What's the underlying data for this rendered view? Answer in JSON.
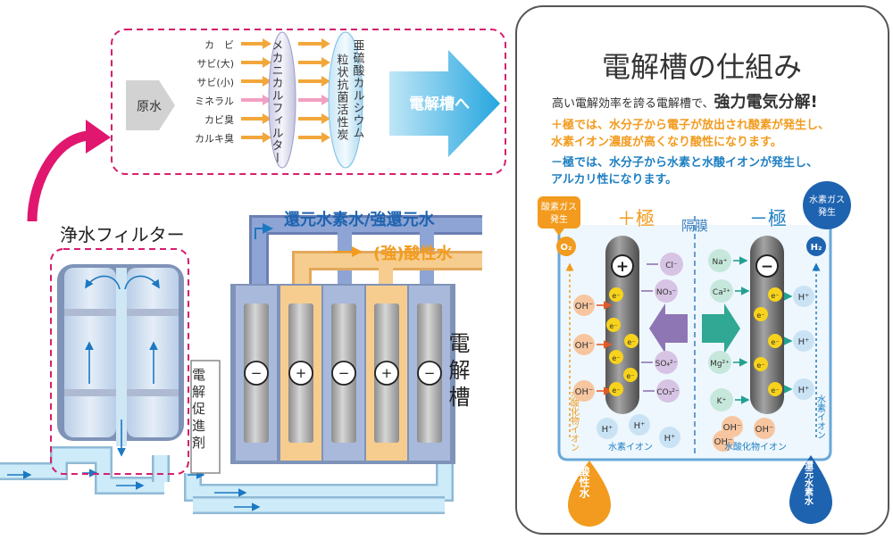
{
  "filter_box": {
    "raw_water": "原水",
    "impurities": [
      "カ　ビ",
      "サビ(大)",
      "サビ(小)",
      "ミネラル",
      "カビ臭",
      "カルキ臭"
    ],
    "mechanical_filter": "メカニカルフィルター",
    "calcium_filter": "亜硫酸カルシウム",
    "carbon_filter": "粒状抗菌活性炭",
    "to_cell": "電解槽へ"
  },
  "system": {
    "purifier_label": "浄水フィルター",
    "reduced_water": "還元水素水/強還元水",
    "acidic_water": "(強)酸性水",
    "additive": "電解促進剤",
    "cell_label": "電解槽",
    "plate_signs": [
      "⊖",
      "⊕",
      "⊖",
      "⊕",
      "⊖"
    ]
  },
  "panel": {
    "title": "電解槽の仕組み",
    "lead_normal": "高い電解効率を誇る電解槽で、",
    "lead_bold": "強力電気分解!",
    "plus_line1": "＋極では、水分子から電子が放出され酸素が発生し、",
    "plus_line2": "水素イオン濃度が高くなり酸性になります。",
    "minus_line1": "－極では、水分子から水素と水酸イオンが発生し、",
    "minus_line2": "アルカリ性になります。",
    "oxygen_gas": [
      "酸素ガス",
      "発生"
    ],
    "hydrogen_gas": [
      "水素ガス",
      "発生"
    ],
    "plus_pole": "＋極",
    "minus_pole": "－極",
    "membrane": "隔膜",
    "o2": "O₂",
    "h2": "H₂",
    "plus_sign": "+",
    "minus_sign": "−",
    "anions": [
      "Cl⁻",
      "NO₃⁻",
      "SO₄²⁻",
      "CO₃²⁻"
    ],
    "cations": [
      "Na⁺",
      "Ca²⁺",
      "Mg²⁺",
      "K⁺"
    ],
    "oh": "OH⁻",
    "hplus": "H⁺",
    "electron": "e⁻",
    "left_side_label": "水酸化物イオン",
    "right_side_label": "水素イオン",
    "bottom_left_label": "水素イオン",
    "bottom_right_label": "水酸化物イオン",
    "acidic_drop": "酸性水",
    "alkaline_drop": "還元水素水"
  }
}
